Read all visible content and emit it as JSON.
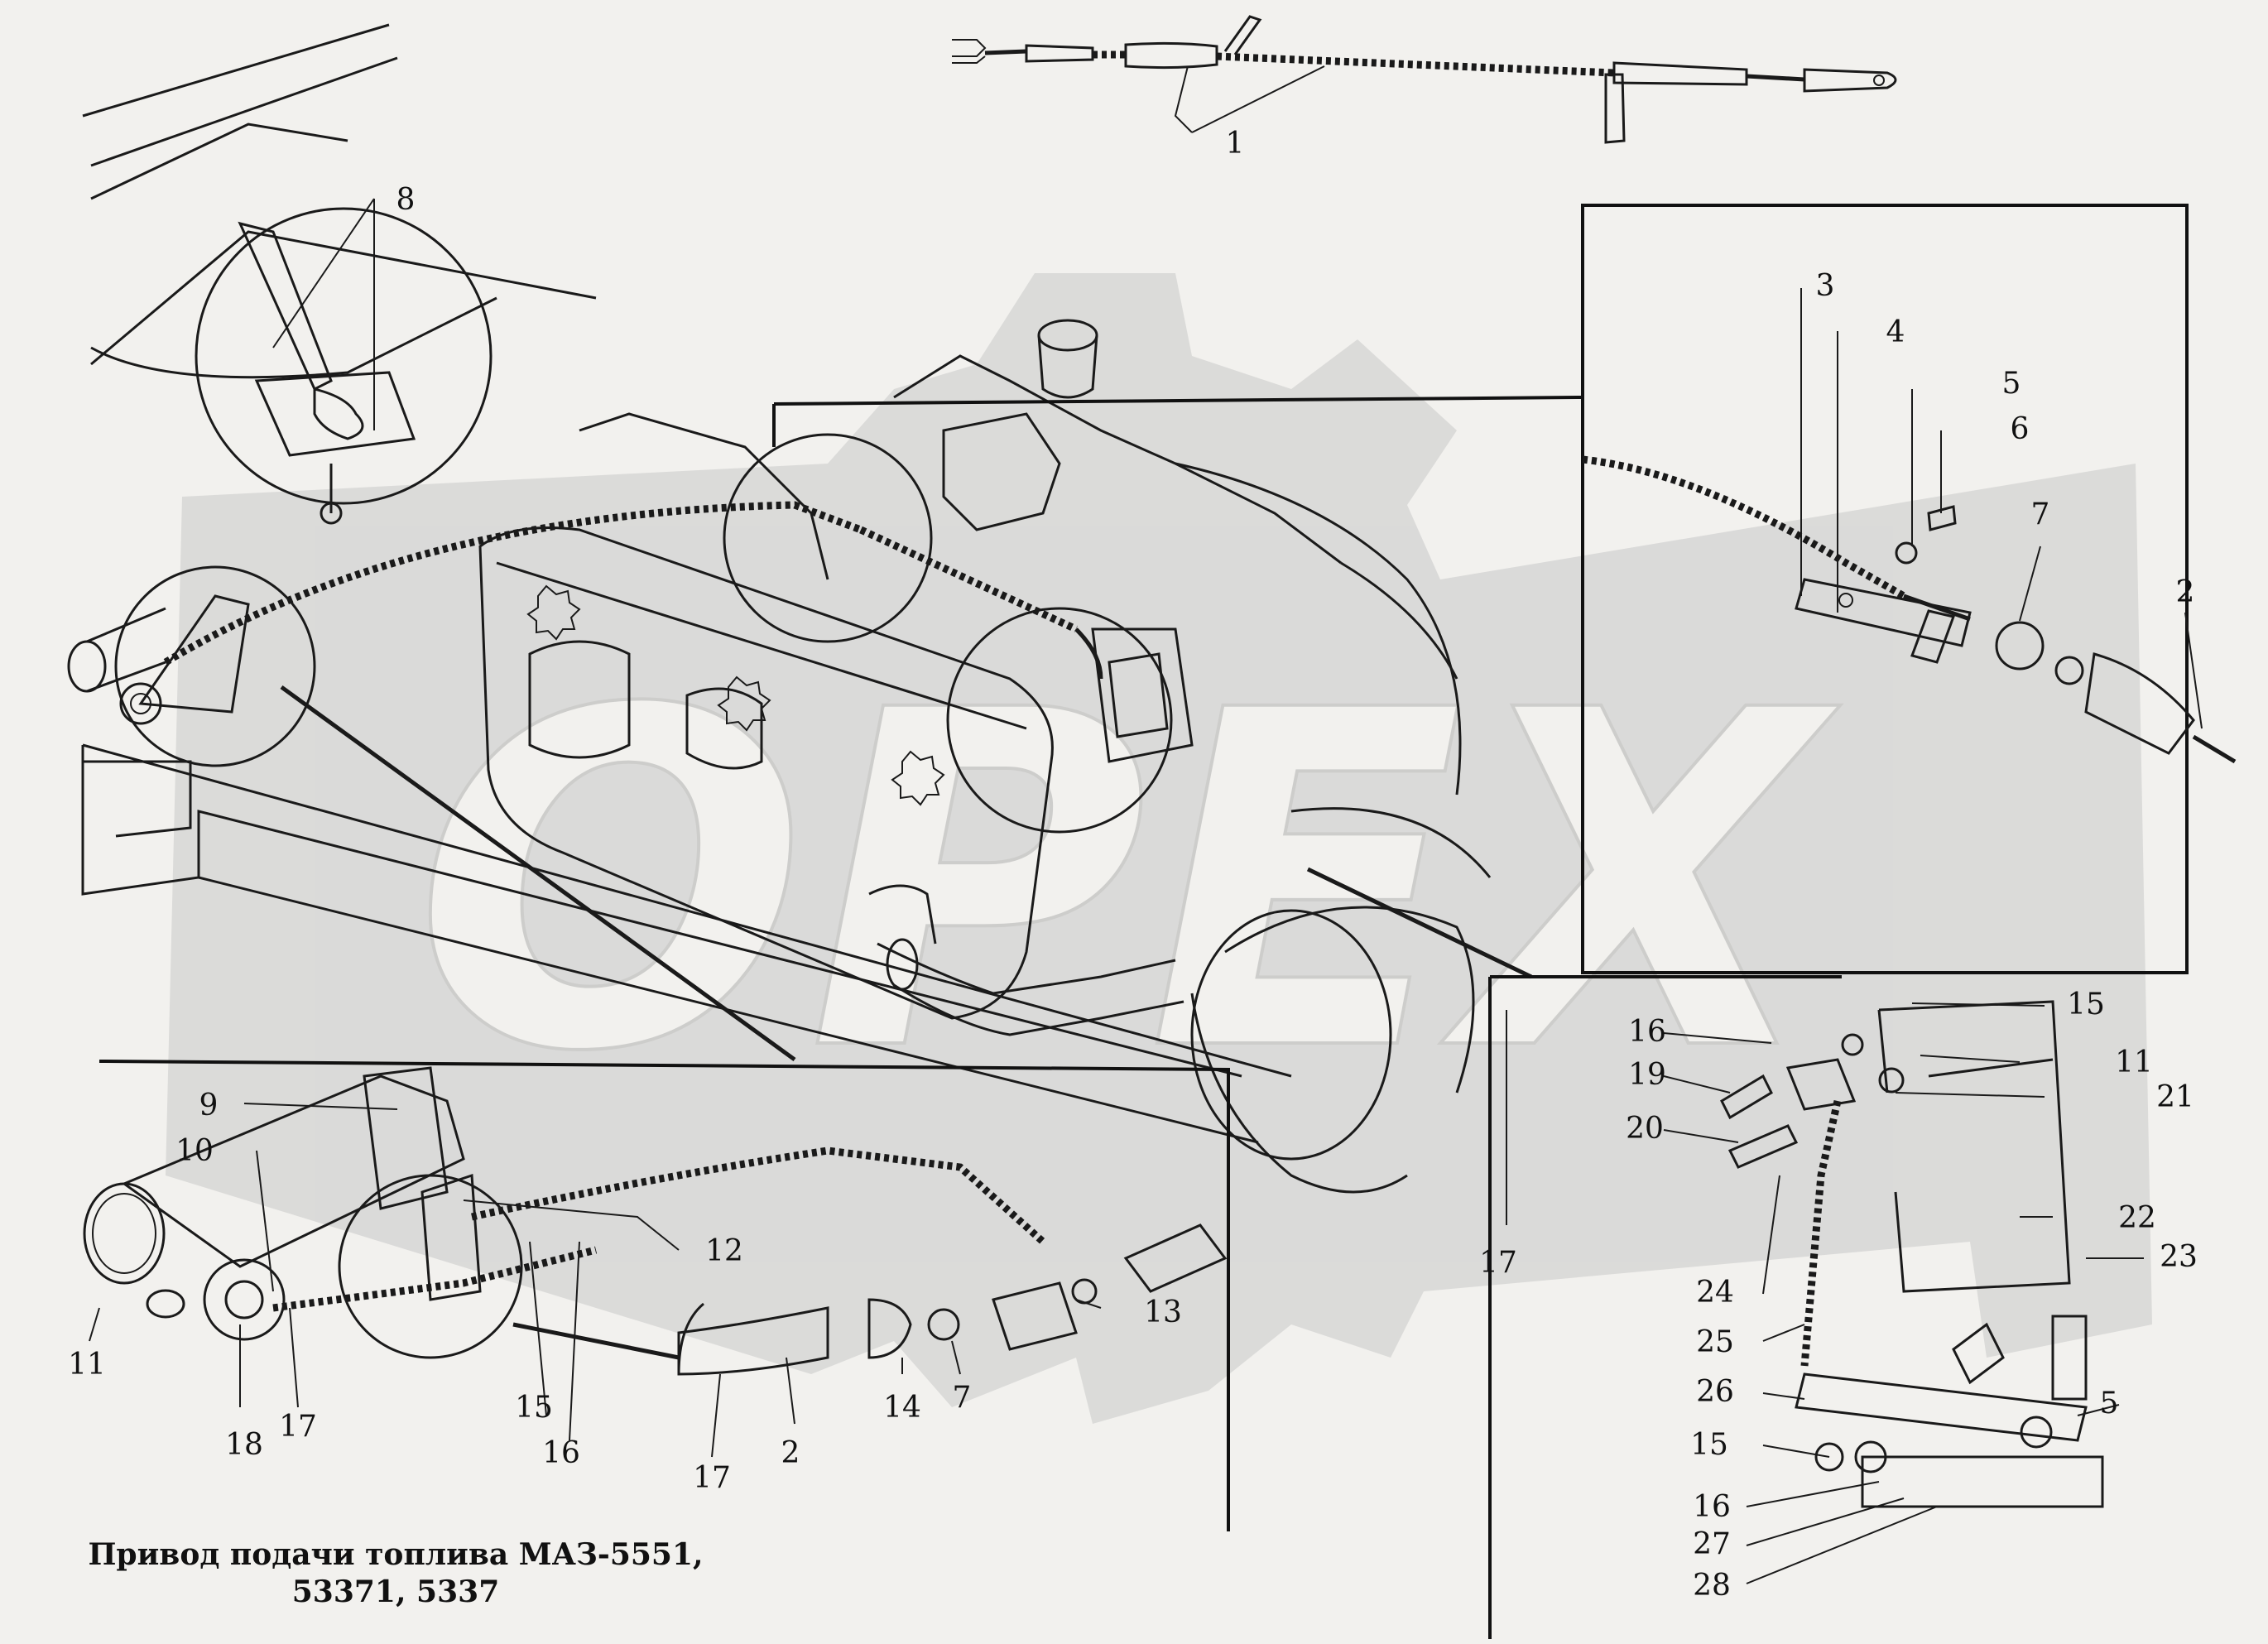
{
  "caption": {
    "line1": "Привод подачи топлива МАЗ-5551,",
    "line2": "53371, 5337"
  },
  "watermark_text": "ОРЕХ",
  "colors": {
    "background": "#f2f1ee",
    "watermark": "#c8c8c8",
    "ink": "#1a1a1a"
  },
  "callouts": {
    "c1": "1",
    "c2": "2",
    "c3": "3",
    "c4": "4",
    "c5": "5",
    "c6": "6",
    "c7": "7",
    "c8": "8",
    "c9": "9",
    "c10": "10",
    "c11": "11",
    "c12": "12",
    "c13": "13",
    "c14": "14",
    "c15": "15",
    "c16": "16",
    "c17": "17",
    "c18": "18",
    "c19": "19",
    "c20": "20",
    "c21": "21",
    "c22": "22",
    "c23": "23",
    "c24": "24",
    "c25": "25",
    "c26": "26",
    "c27": "27",
    "c28": "28"
  }
}
